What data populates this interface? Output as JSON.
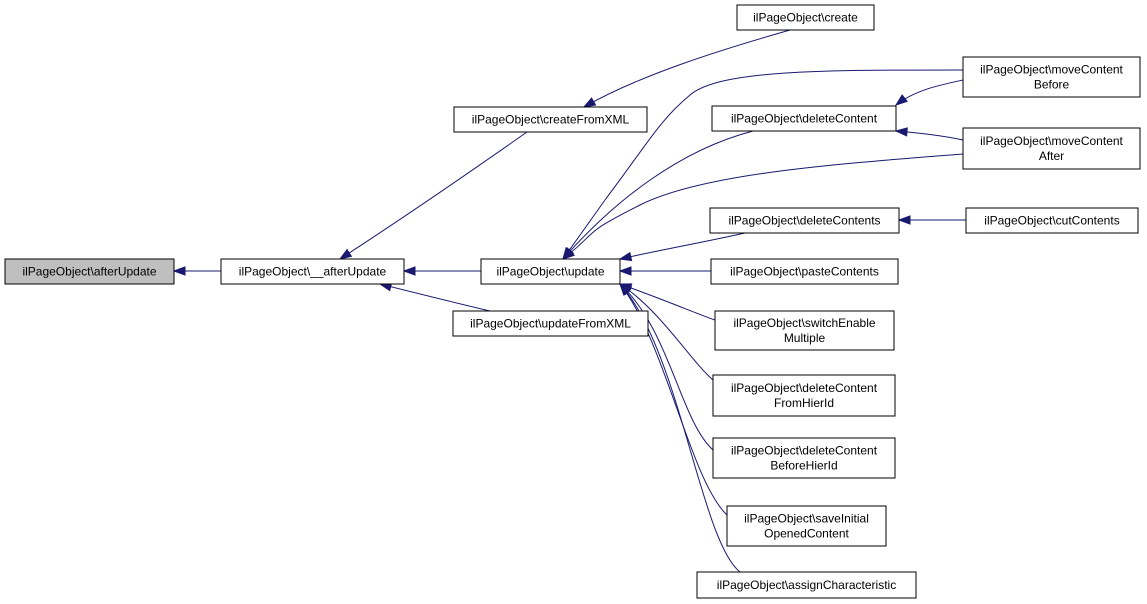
{
  "nodes": [
    {
      "id": "afterUpdate",
      "lines": [
        "ilPageObject\\afterUpdate"
      ],
      "current": true
    },
    {
      "id": "__afterUpdate",
      "lines": [
        "ilPageObject\\__afterUpdate"
      ]
    },
    {
      "id": "createFromXML",
      "lines": [
        "ilPageObject\\createFromXML"
      ]
    },
    {
      "id": "update",
      "lines": [
        "ilPageObject\\update"
      ]
    },
    {
      "id": "updateFromXML",
      "lines": [
        "ilPageObject\\updateFromXML"
      ]
    },
    {
      "id": "create",
      "lines": [
        "ilPageObject\\create"
      ]
    },
    {
      "id": "deleteContent",
      "lines": [
        "ilPageObject\\deleteContent"
      ]
    },
    {
      "id": "deleteContents",
      "lines": [
        "ilPageObject\\deleteContents"
      ]
    },
    {
      "id": "pasteContents",
      "lines": [
        "ilPageObject\\pasteContents"
      ]
    },
    {
      "id": "switchEnableMultiple",
      "lines": [
        "ilPageObject\\switchEnable",
        "Multiple"
      ]
    },
    {
      "id": "deleteContentFromHierId",
      "lines": [
        "ilPageObject\\deleteContent",
        "FromHierId"
      ]
    },
    {
      "id": "deleteContentBeforeHierId",
      "lines": [
        "ilPageObject\\deleteContent",
        "BeforeHierId"
      ]
    },
    {
      "id": "saveInitialOpenedContent",
      "lines": [
        "ilPageObject\\saveInitial",
        "OpenedContent"
      ]
    },
    {
      "id": "assignCharacteristic",
      "lines": [
        "ilPageObject\\assignCharacteristic"
      ]
    },
    {
      "id": "moveContentBefore",
      "lines": [
        "ilPageObject\\moveContent",
        "Before"
      ]
    },
    {
      "id": "moveContentAfter",
      "lines": [
        "ilPageObject\\moveContent",
        "After"
      ]
    },
    {
      "id": "cutContents",
      "lines": [
        "ilPageObject\\cutContents"
      ]
    }
  ],
  "edges": [
    {
      "from": "__afterUpdate",
      "to": "afterUpdate"
    },
    {
      "from": "createFromXML",
      "to": "__afterUpdate"
    },
    {
      "from": "update",
      "to": "__afterUpdate"
    },
    {
      "from": "updateFromXML",
      "to": "__afterUpdate"
    },
    {
      "from": "create",
      "to": "createFromXML"
    },
    {
      "from": "moveContentBefore",
      "to": "update"
    },
    {
      "from": "deleteContent",
      "to": "update"
    },
    {
      "from": "moveContentAfter",
      "to": "update"
    },
    {
      "from": "deleteContents",
      "to": "update"
    },
    {
      "from": "pasteContents",
      "to": "update"
    },
    {
      "from": "switchEnableMultiple",
      "to": "update"
    },
    {
      "from": "deleteContentFromHierId",
      "to": "update"
    },
    {
      "from": "deleteContentBeforeHierId",
      "to": "update"
    },
    {
      "from": "saveInitialOpenedContent",
      "to": "update"
    },
    {
      "from": "assignCharacteristic",
      "to": "update"
    },
    {
      "from": "moveContentBefore",
      "to": "deleteContent"
    },
    {
      "from": "moveContentAfter",
      "to": "deleteContent"
    },
    {
      "from": "cutContents",
      "to": "deleteContents"
    }
  ],
  "colors": {
    "edge": "#191970",
    "current_node_fill": "#bfbfbf",
    "node_fill": "#ffffff",
    "node_border": "#000000"
  }
}
